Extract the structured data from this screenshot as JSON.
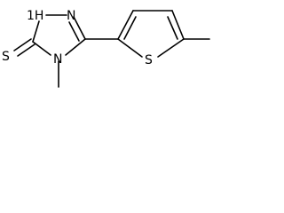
{
  "molecule": {
    "atom_labels": {
      "nh": "1H",
      "n2": "N",
      "s_thione": "S",
      "s_ring": "S",
      "n4": "N"
    },
    "colors": {
      "bond": "#000000",
      "label": "#000000",
      "background": "#ffffff"
    }
  }
}
